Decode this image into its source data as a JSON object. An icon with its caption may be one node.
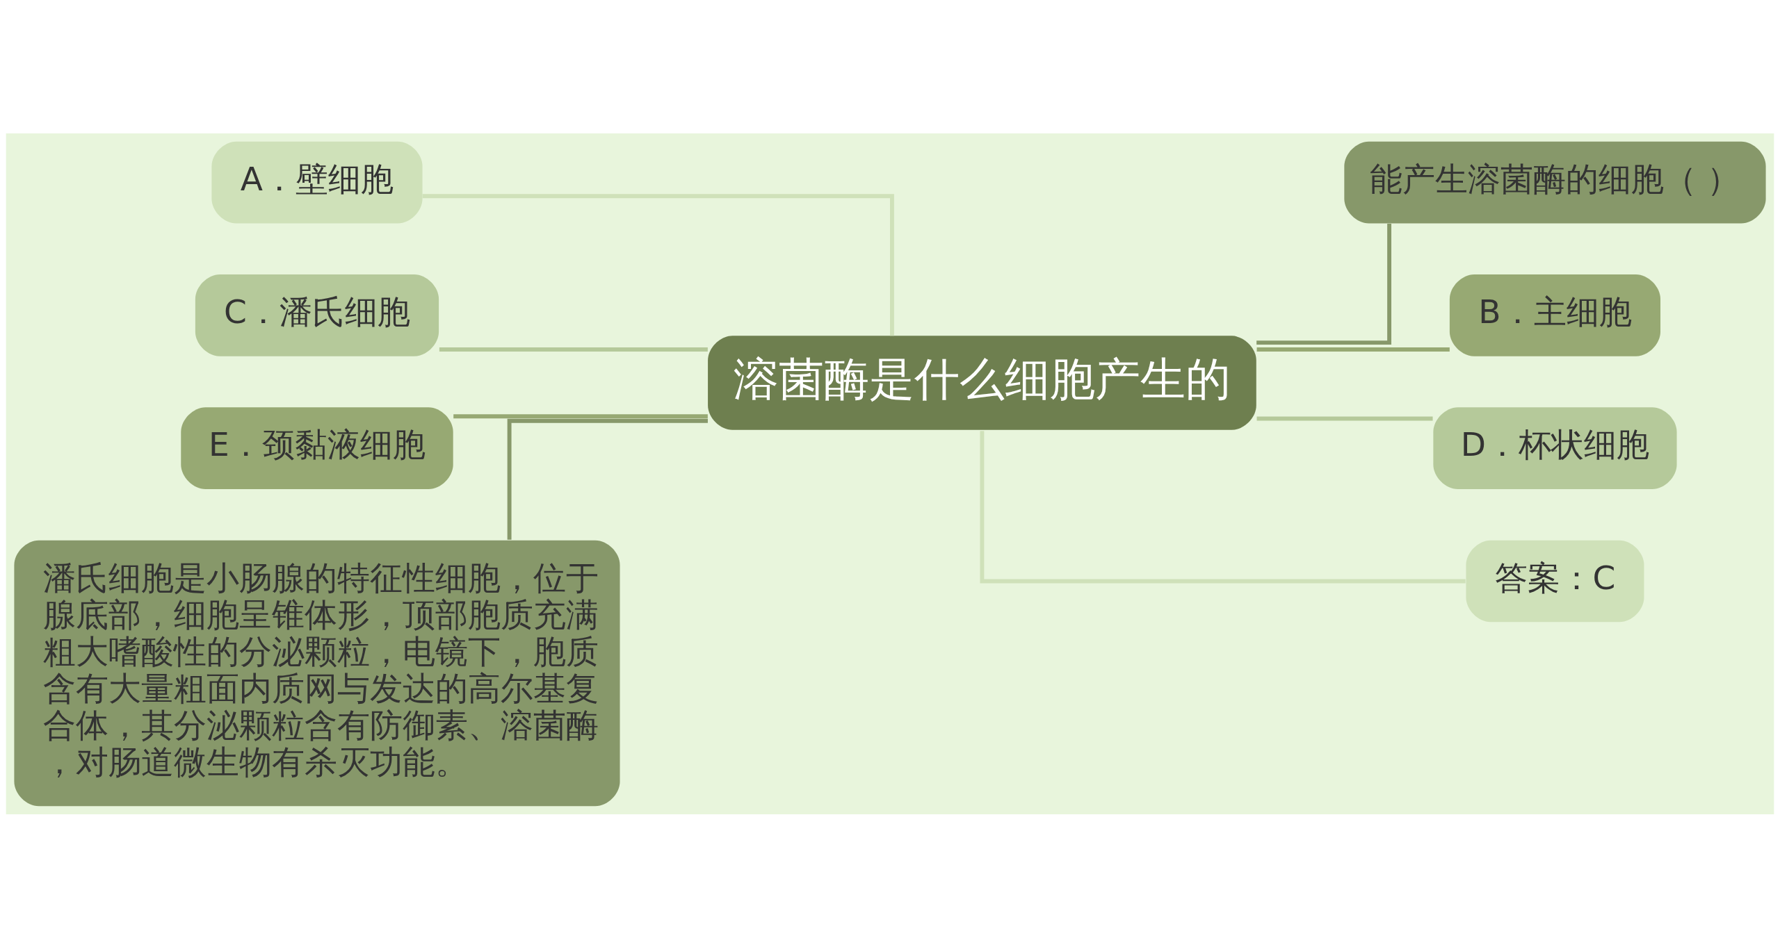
{
  "diagram": {
    "nodes": [
      {
        "text": [
          "溶菌酶是什么细胞产生的"
        ]
      },
      {
        "text": [
          "A．壁细胞"
        ]
      },
      {
        "text": [
          "C．潘氏细胞"
        ]
      },
      {
        "text": [
          "E．颈黏液细胞"
        ]
      },
      {
        "text": [
          "潘氏细胞是小肠腺的特征性细胞，位于腺底部，细胞呈锥体形，顶部胞质充满粗大嗜酸性的分泌颗粒，电镜下，胞质含有大量粗面内质网与发达的高尔基复合体，其分泌颗粒含有防御素、溶菌酶，对肠道微生物有杀灭功能。"
        ]
      },
      {
        "text": [
          "能产生溶菌酶的细胞（ ）"
        ]
      },
      {
        "text": [
          "B．主细胞"
        ]
      },
      {
        "text": [
          "D．杯状细胞"
        ]
      },
      {
        "text": [
          "答案：C"
        ]
      }
    ],
    "edges": [
      {
        "from": 0,
        "to": 1,
        "arrow": "none"
      },
      {
        "from": 0,
        "to": 2,
        "arrow": "none"
      },
      {
        "from": 0,
        "to": 3,
        "arrow": "none"
      },
      {
        "from": 0,
        "to": 4,
        "arrow": "none"
      },
      {
        "from": 0,
        "to": 5,
        "arrow": "none"
      },
      {
        "from": 0,
        "to": 6,
        "arrow": "none"
      },
      {
        "from": 0,
        "to": 7,
        "arrow": "none"
      },
      {
        "from": 0,
        "to": 8,
        "arrow": "none"
      }
    ]
  }
}
